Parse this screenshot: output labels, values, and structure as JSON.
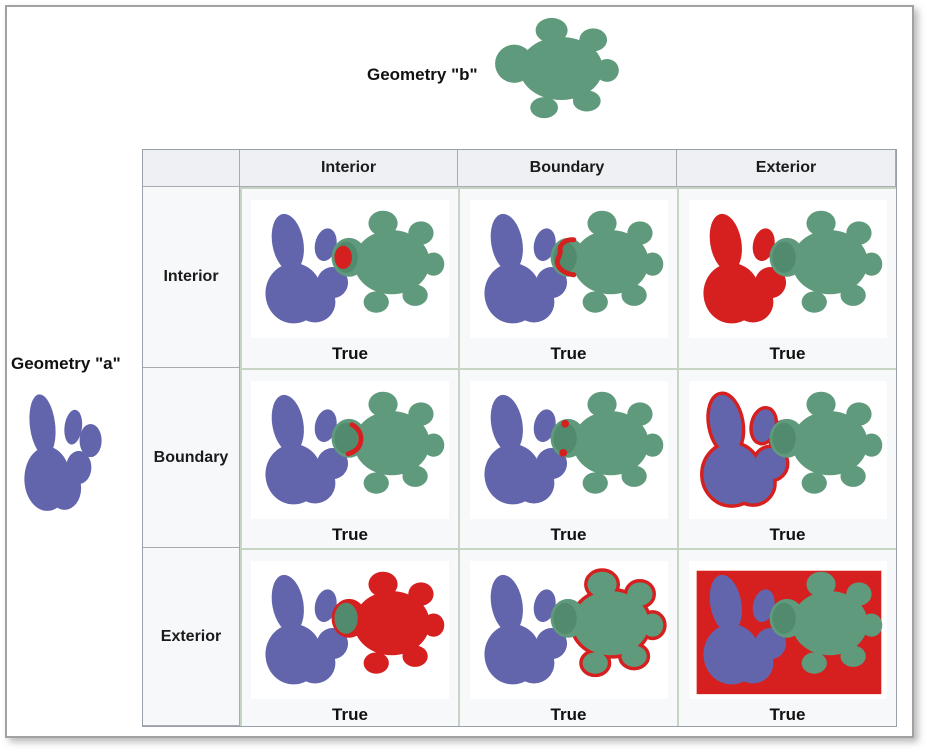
{
  "geometry_a": {
    "label": "Geometry \"a\""
  },
  "geometry_b": {
    "label": "Geometry \"b\""
  },
  "colors": {
    "shape_a": "#6365ac",
    "shape_b": "#5f9a7c",
    "overlap": "#528a6d",
    "highlight": "#d61f1f",
    "header_bg": "#eef0f3",
    "cell_bg": "#f7f8fa",
    "grid_border": "#a7acb2",
    "image_cell_border": "#c6d4c3",
    "window_border": "#a1a1a1"
  },
  "matrix": {
    "column_headers": [
      "Interior",
      "Boundary",
      "Exterior"
    ],
    "row_headers": [
      "Interior",
      "Boundary",
      "Exterior"
    ],
    "cells": [
      {
        "row": "Interior",
        "col": "Interior",
        "value": "True",
        "highlight": "intersection area filled red"
      },
      {
        "row": "Interior",
        "col": "Boundary",
        "value": "True",
        "highlight": "red line along b boundary inside a"
      },
      {
        "row": "Interior",
        "col": "Exterior",
        "value": "True",
        "highlight": "shape a filled red"
      },
      {
        "row": "Boundary",
        "col": "Interior",
        "value": "True",
        "highlight": "red arc along a boundary inside b"
      },
      {
        "row": "Boundary",
        "col": "Boundary",
        "value": "True",
        "highlight": "two red points where boundaries cross"
      },
      {
        "row": "Boundary",
        "col": "Exterior",
        "value": "True",
        "highlight": "red outline around a boundary outside b"
      },
      {
        "row": "Exterior",
        "col": "Interior",
        "value": "True",
        "highlight": "shape b filled red"
      },
      {
        "row": "Exterior",
        "col": "Boundary",
        "value": "True",
        "highlight": "red outline around b boundary outside a"
      },
      {
        "row": "Exterior",
        "col": "Exterior",
        "value": "True",
        "highlight": "red rectangle over exterior of both shapes"
      }
    ]
  }
}
